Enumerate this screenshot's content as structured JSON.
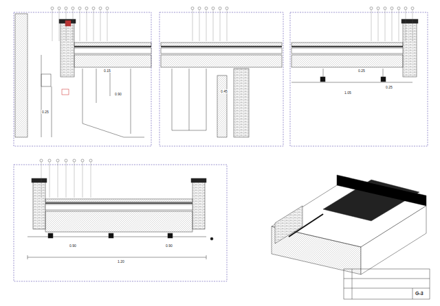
{
  "diagram": {
    "labels": [
      "0.25",
      "0.15",
      "0.90",
      "0.45",
      "1.05",
      "0.25",
      "0.90",
      "1.20",
      "0.25",
      "0.90",
      "G-3"
    ]
  }
}
